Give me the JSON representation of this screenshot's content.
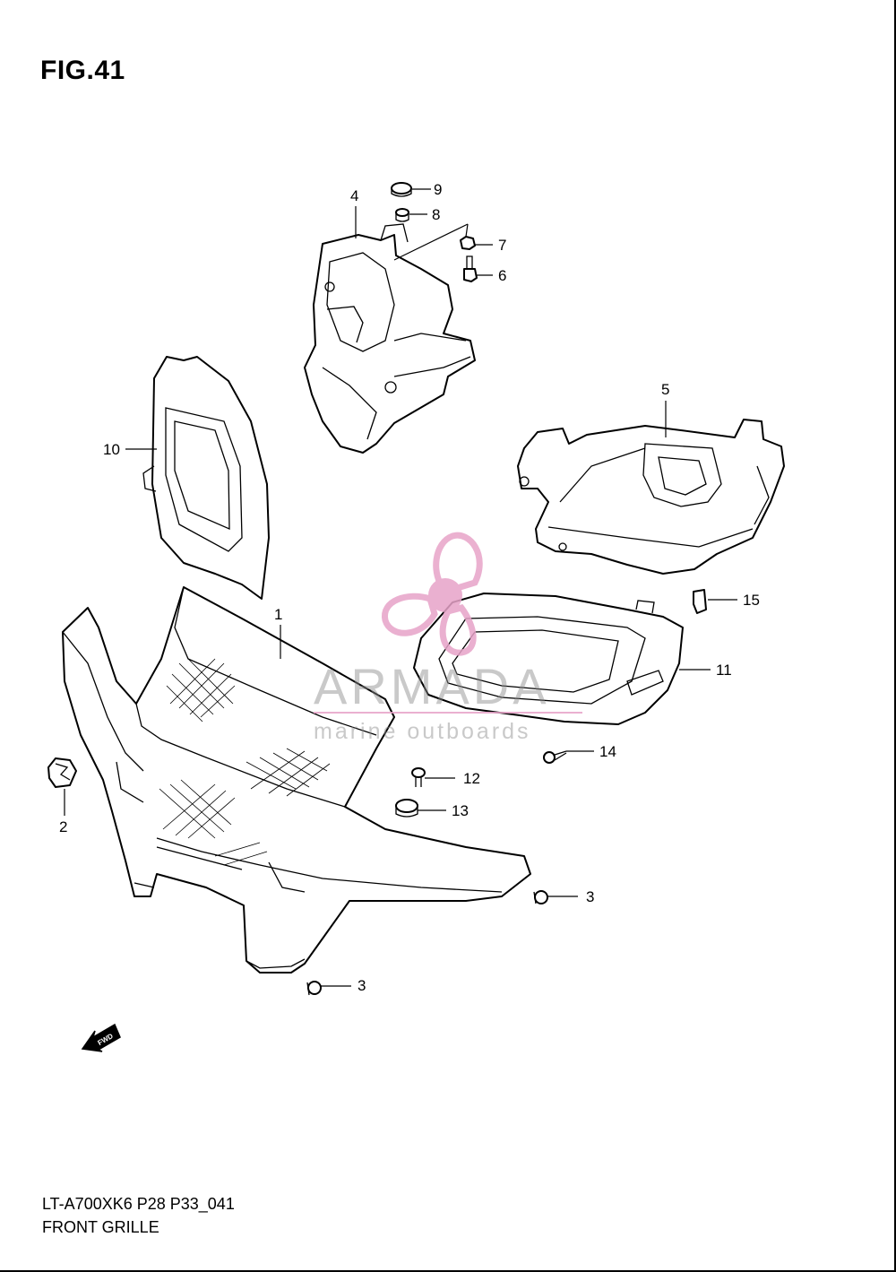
{
  "figure": {
    "title": "FIG.41",
    "model_code": "LT-A700XK6 P28 P33_041",
    "name": "FRONT GRILLE"
  },
  "watermark": {
    "brand": "ARMADA",
    "tagline": "marine outboards",
    "color": "#e7a3c8"
  },
  "callouts": {
    "c1": "1",
    "c2": "2",
    "c3a": "3",
    "c3b": "3",
    "c4": "4",
    "c5": "5",
    "c6": "6",
    "c7": "7",
    "c8": "8",
    "c9": "9",
    "c10": "10",
    "c11": "11",
    "c12": "12",
    "c13": "13",
    "c14": "14",
    "c15": "15"
  },
  "direction_arrow": {
    "label": "FWD",
    "icon": "fwd-arrow-icon"
  }
}
